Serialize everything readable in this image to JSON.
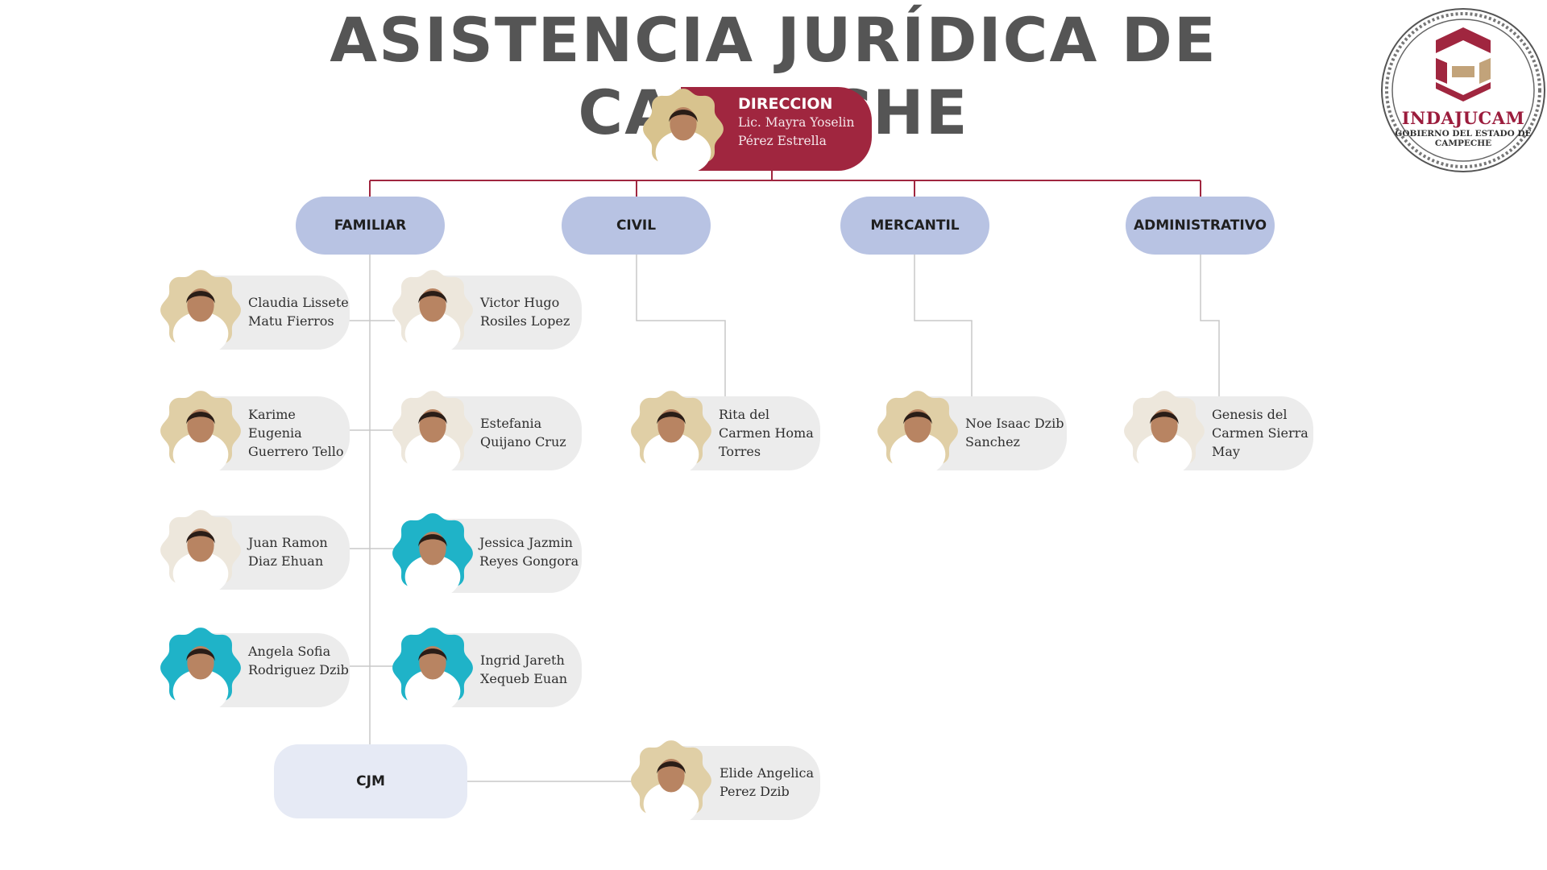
{
  "title": "ASISTENCIA JURÍDICA DE CAMPECHE",
  "logo": {
    "brand": "INDAJUCAM",
    "subtitle": "GOBIERNO DEL ESTADO DE CAMPECHE"
  },
  "colors": {
    "direction": "#a0263f",
    "department": "#b8c3e3",
    "cjm": "#e6eaf5",
    "card": "#ececec",
    "line_top": "#a0263f",
    "line": "#c8c8c8"
  },
  "direction": {
    "label": "DIRECCION",
    "name": "Lic. Mayra Yoselin Pérez Estrella"
  },
  "departments": {
    "familiar": "FAMILIAR",
    "civil": "CIVIL",
    "mercantil": "MERCANTIL",
    "administrativo": "ADMINISTRATIVO",
    "cjm": "CJM"
  },
  "people": {
    "claudia": "Claudia Lissete Matu Fierros",
    "victor": "Victor Hugo Rosiles Lopez",
    "karime": "Karime Eugenia Guerrero Tello",
    "estefania": "Estefania Quijano Cruz",
    "juan": "Juan Ramon Diaz Ehuan",
    "jessica": "Jessica Jazmin Reyes Gongora",
    "angela": "Angela Sofia Rodriguez Dzib",
    "ingrid": "Ingrid Jareth Xequeb Euan",
    "rita": "Rita del Carmen Homa Torres",
    "noe": "Noe Isaac Dzib Sanchez",
    "genesis": "Genesis del Carmen Sierra May",
    "elide": "Elide Angelica Perez Dzib"
  }
}
